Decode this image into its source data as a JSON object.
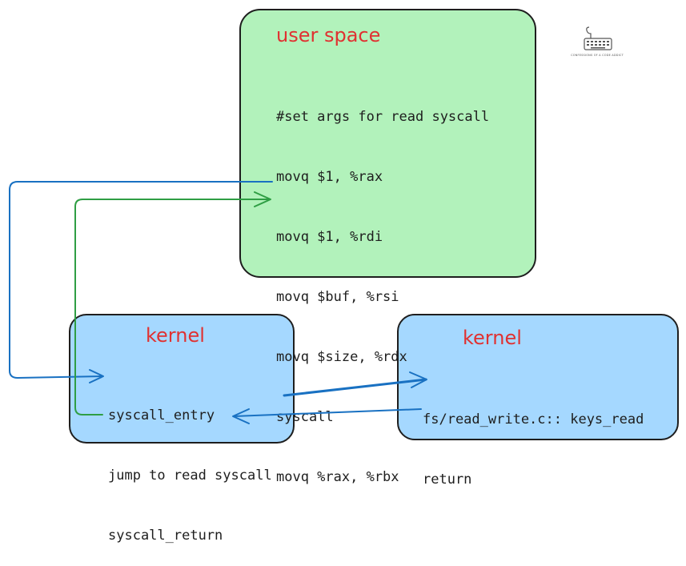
{
  "user_space": {
    "title": "user space",
    "lines": [
      "#set args for read syscall",
      "movq $1, %rax",
      "movq $1, %rdi",
      "movq $buf, %rsi",
      "movq $size, %rdx",
      "syscall",
      "movq %rax, %rbx"
    ]
  },
  "kernel_left": {
    "title": "kernel",
    "lines": [
      "syscall_entry",
      "jump to read syscall",
      "syscall_return"
    ]
  },
  "kernel_right": {
    "title": "kernel",
    "lines": [
      "fs/read_write.c:: keys_read",
      "return"
    ]
  },
  "logo": {
    "caption": "CONFESSIONS OF A CODE ADDICT",
    "icon": "keyboard-icon"
  },
  "colors": {
    "user_fill": "#b2f2bb",
    "kernel_fill": "#a5d8ff",
    "title_red": "#e03131",
    "arrow_blue": "#1971c2",
    "arrow_green": "#2f9e44",
    "stroke": "#1e1e1e"
  }
}
